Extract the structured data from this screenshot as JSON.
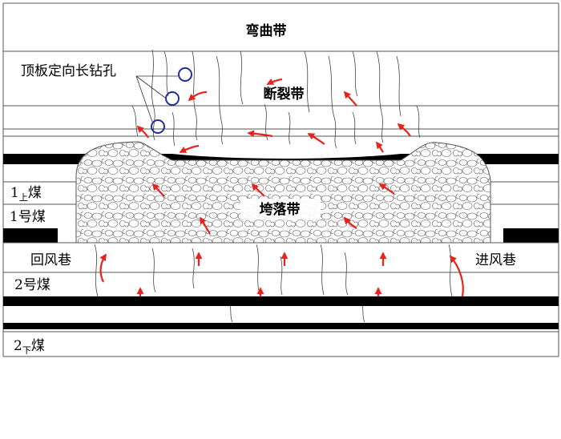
{
  "zones": {
    "bending": "弯曲带",
    "fracture": "断裂带",
    "caving": "垮落带"
  },
  "annotations": {
    "roof_boreholes": "顶板定向长钻孔",
    "return_airway": "回风巷",
    "intake_airway": "进风巷"
  },
  "seams": {
    "seam_1_upper_main": "1",
    "seam_1_upper_sub": "上",
    "seam_1_upper_suffix": "煤",
    "seam_1": "1号煤",
    "seam_2": "2号煤",
    "seam_2_lower_main": "2",
    "seam_2_lower_sub": "下",
    "seam_2_lower_suffix": "煤"
  },
  "colors": {
    "airflow_arrow": "#e8231c",
    "borehole": "#1f2f9a",
    "coal": "#000000",
    "strata_line": "#555555",
    "crack": "#444444"
  },
  "legend_icons": {
    "borehole": "circle-outline-icon",
    "airflow": "curved-arrow-icon"
  }
}
